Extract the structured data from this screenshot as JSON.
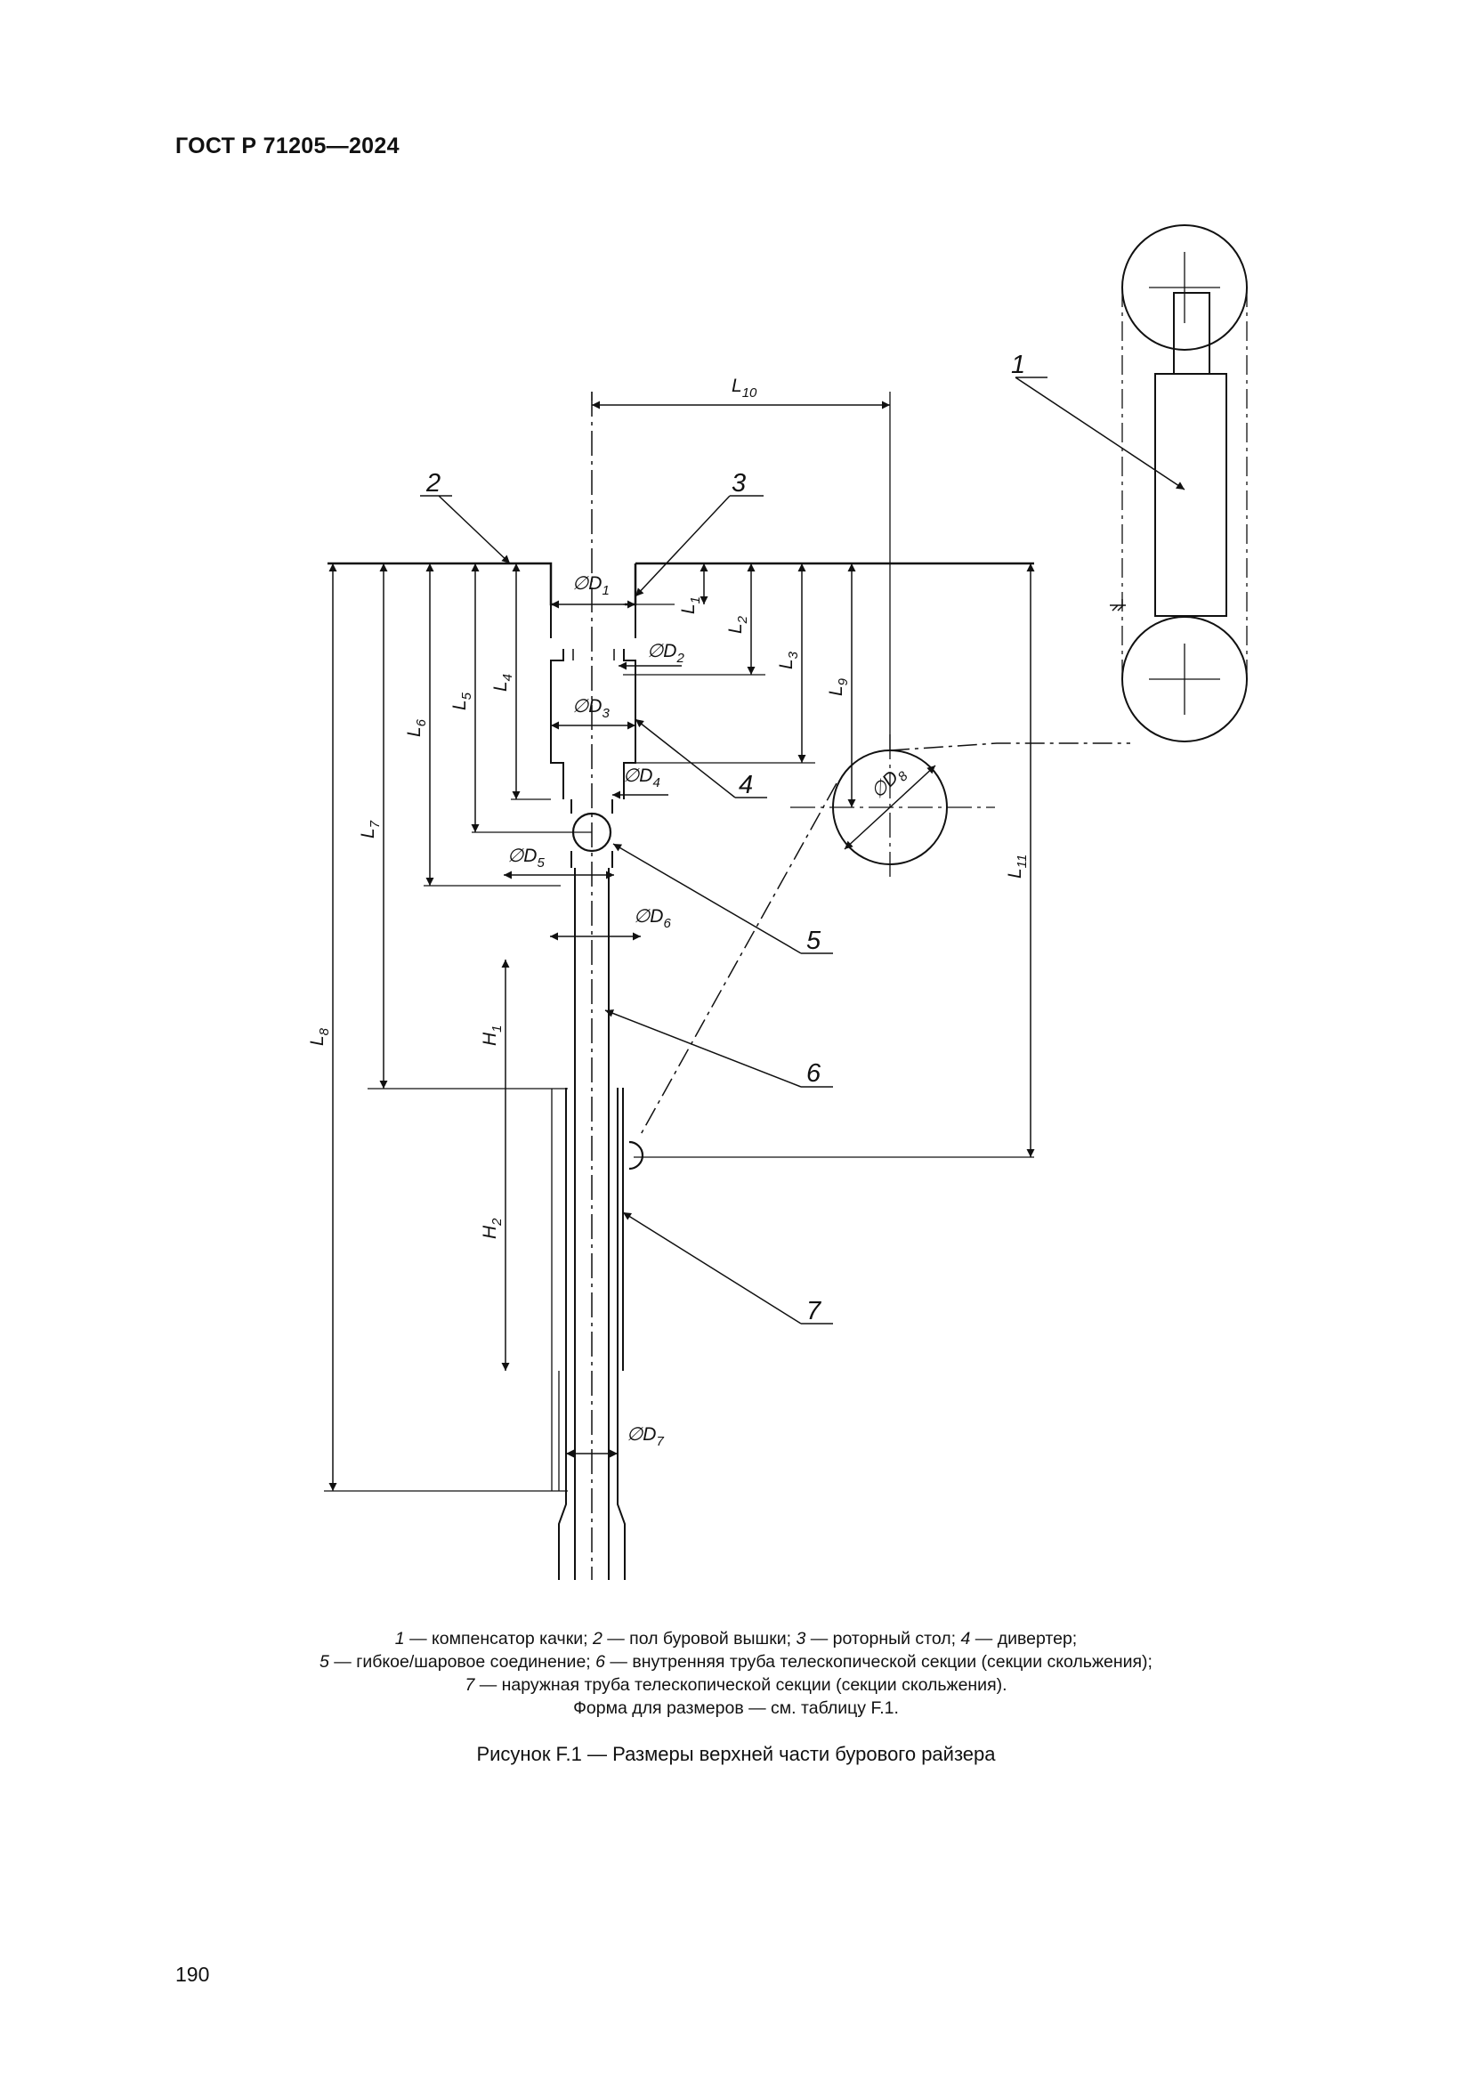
{
  "header": {
    "doc_id": "ГОСТ Р 71205—2024"
  },
  "drawing": {
    "callouts": [
      "1",
      "2",
      "3",
      "4",
      "5",
      "6",
      "7"
    ],
    "dims": {
      "L1": {
        "base": "L",
        "sub": "1"
      },
      "L2": {
        "base": "L",
        "sub": "2"
      },
      "L3": {
        "base": "L",
        "sub": "3"
      },
      "L4": {
        "base": "L",
        "sub": "4"
      },
      "L5": {
        "base": "L",
        "sub": "5"
      },
      "L6": {
        "base": "L",
        "sub": "6"
      },
      "L7": {
        "base": "L",
        "sub": "7"
      },
      "L8": {
        "base": "L",
        "sub": "8"
      },
      "L9": {
        "base": "L",
        "sub": "9"
      },
      "L10": {
        "base": "L",
        "sub": "10"
      },
      "L11": {
        "base": "L",
        "sub": "11"
      },
      "H1": {
        "base": "H",
        "sub": "1"
      },
      "H2": {
        "base": "H",
        "sub": "2"
      },
      "D1": {
        "base": "∅D",
        "sub": "1"
      },
      "D2": {
        "base": "∅D",
        "sub": "2"
      },
      "D3": {
        "base": "∅D",
        "sub": "3"
      },
      "D4": {
        "base": "∅D",
        "sub": "4"
      },
      "D5": {
        "base": "∅D",
        "sub": "5"
      },
      "D6": {
        "base": "∅D",
        "sub": "6"
      },
      "D7": {
        "base": "∅D",
        "sub": "7"
      },
      "D8": {
        "base": "∅D",
        "sub": "8"
      }
    }
  },
  "caption": {
    "legend": [
      [
        {
          "n": "1",
          "t": " — компенсатор качки; "
        },
        {
          "n": "2",
          "t": " — пол буровой вышки; "
        },
        {
          "n": "3",
          "t": " — роторный стол; "
        },
        {
          "n": "4",
          "t": " — дивертер;"
        }
      ],
      [
        {
          "n": "5",
          "t": " — гибкое/шаровое соединение; "
        },
        {
          "n": "6",
          "t": " — внутренняя труба телескопической секции (секции скольжения);"
        }
      ],
      [
        {
          "n": "7",
          "t": " — наружная труба телескопической секции (секции скольжения)."
        }
      ]
    ],
    "note": "Форма для размеров — см. таблицу F.1.",
    "figure_title": "Рисунок F.1 — Размеры верхней части бурового райзера"
  },
  "page_number": "190"
}
